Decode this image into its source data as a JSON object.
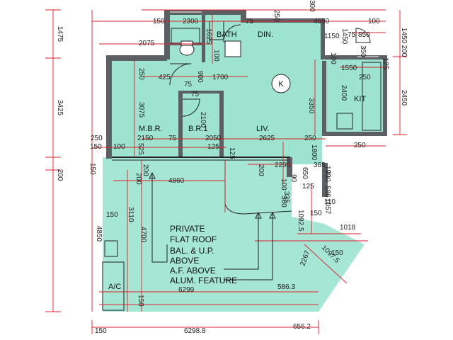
{
  "rooms": {
    "bath": "BATH",
    "din": "DIN.",
    "mbr": "M.B.R.",
    "br1": "B.R.1",
    "liv": "LIV.",
    "kit": "KIT",
    "ac": "A/C"
  },
  "roof_notes": [
    "PRIVATE",
    "FLAT ROOF",
    "BAL. & U.P.",
    "ABOVE",
    "A.F. ABOVE",
    "ALUM. FEATURE"
  ],
  "compass": "K",
  "dimensions": {
    "left": [
      "1475",
      "3425",
      "200",
      "4850"
    ],
    "right": [
      "1450",
      "200",
      "125",
      "2450"
    ],
    "top": [
      "150",
      "2300",
      "75",
      "250",
      "300",
      "4650",
      "100"
    ],
    "bottom": [
      "150",
      "6298.8",
      "656.2"
    ],
    "inner": [
      "1625",
      "100",
      "2075",
      "1450",
      "75",
      "850",
      "1150",
      "350",
      "100",
      "1550",
      "250",
      "425",
      "900",
      "1700",
      "75",
      "2400",
      "250",
      "3350",
      "75",
      "3075",
      "2100",
      "250",
      "2150",
      "75",
      "2050",
      "2625",
      "250",
      "150",
      "100",
      "525",
      "125",
      "125",
      "1800",
      "250",
      "150",
      "200",
      "200",
      "2200",
      "650",
      "365",
      "100",
      "200",
      "4860",
      "100",
      "335",
      "90",
      "125",
      "730",
      "586",
      "1057",
      "360",
      "1092.5",
      "110",
      "150",
      "150",
      "3110",
      "4700",
      "1018",
      "1097.5",
      "150",
      "2267",
      "586.3",
      "6299",
      "150"
    ]
  },
  "colors": {
    "floor": "#9de3cf",
    "roof": "#a6e6d4",
    "wall": "#5c6064",
    "dimension_line": "#e0202a"
  }
}
